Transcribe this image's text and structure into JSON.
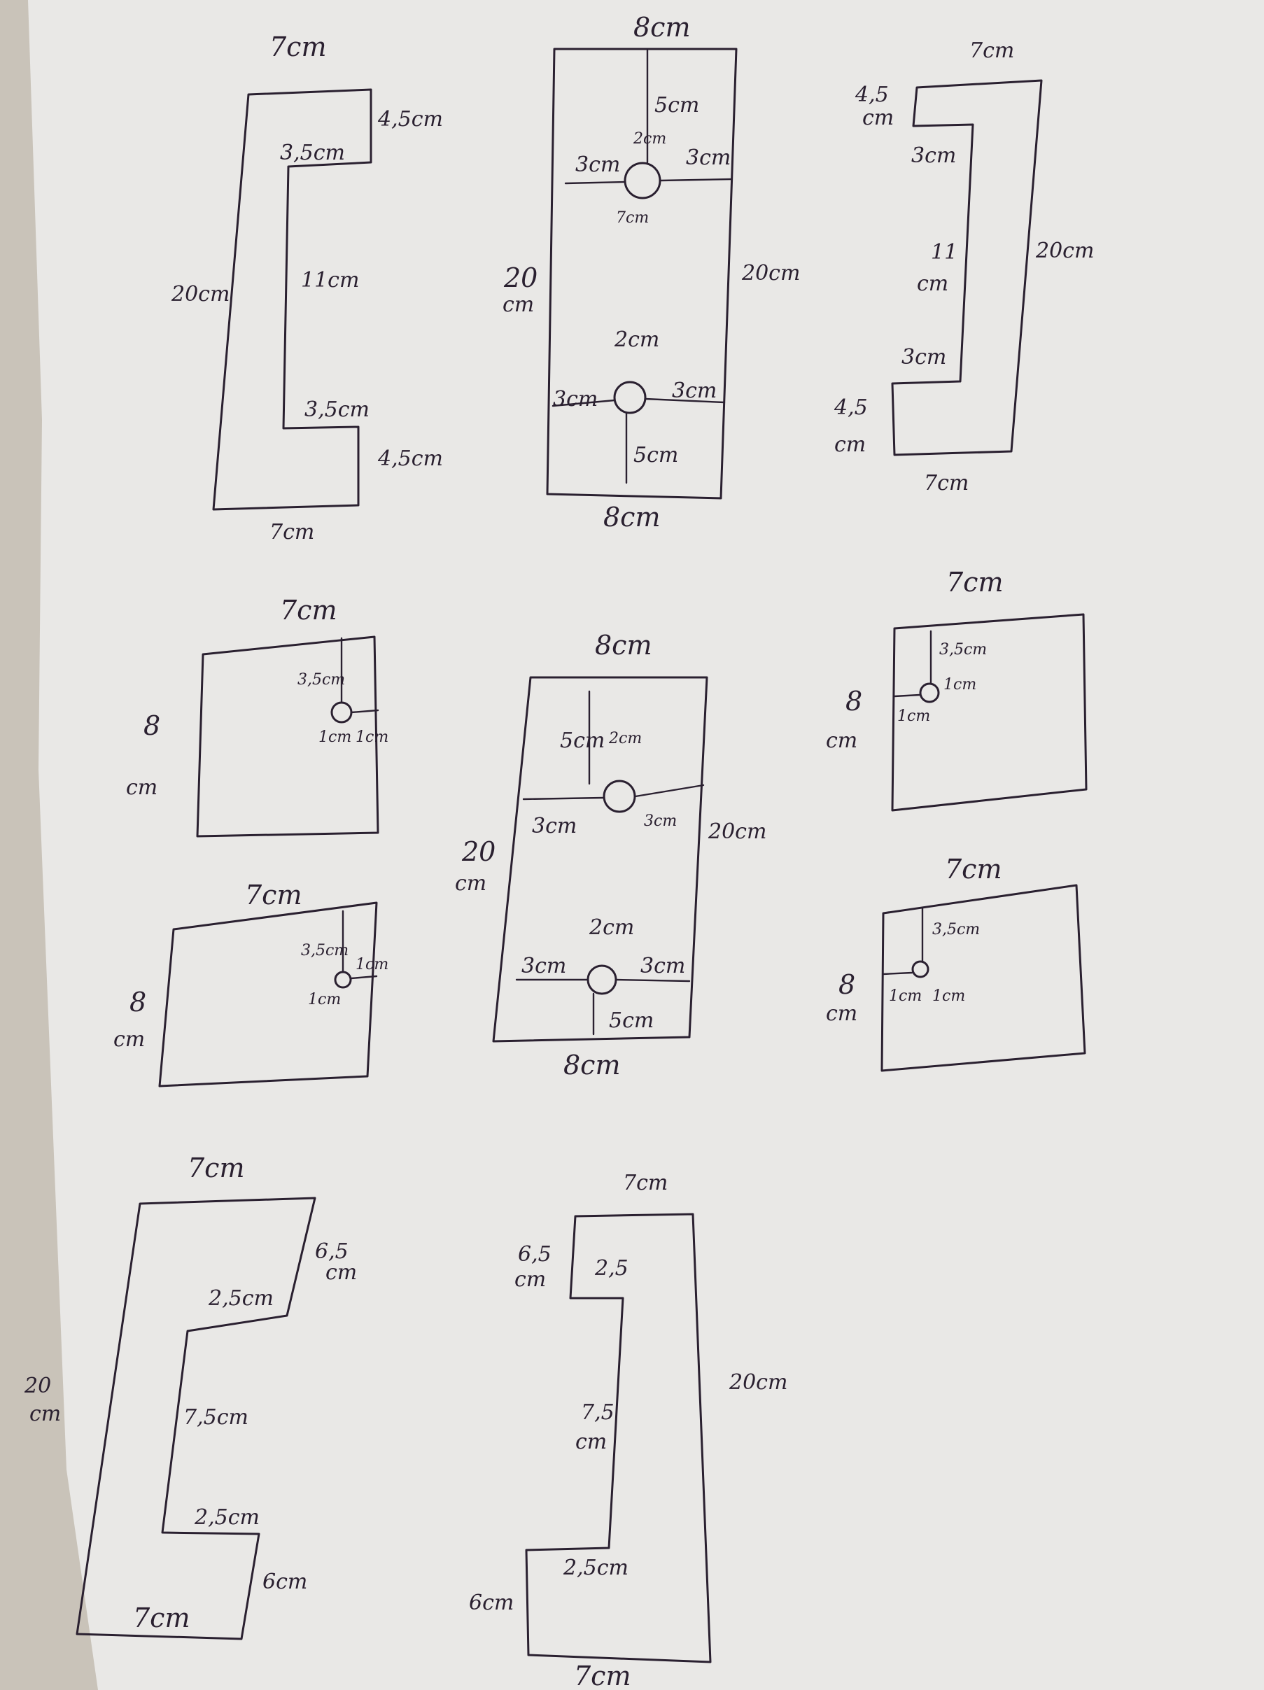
{
  "labels": {
    "s1_top": "7cm",
    "s1_notch_top": "3,5cm",
    "s1_notch_top_h": "4,5cm",
    "s1_left": "20cm",
    "s1_inner": "11cm",
    "s1_notch_bot": "3,5cm",
    "s1_notch_bot_h": "4,5cm",
    "s1_bottom": "7cm",
    "s2_top": "8cm",
    "s2_top_down": "5cm",
    "s2_hole1_dia": "2cm",
    "s2_hole1_left": "3cm",
    "s2_hole1_right": "3cm",
    "s2_hole1_sub": "7cm",
    "s2_left": "20",
    "s2_left_unit": "cm",
    "s2_right": "20cm",
    "s2_hole2_dia": "2cm",
    "s2_hole2_left": "3cm",
    "s2_hole2_right": "3cm",
    "s2_hole2_down": "5cm",
    "s2_bottom": "8cm",
    "s3_top": "7cm",
    "s3_notch_top_h": "4,5",
    "s3_notch_top_h_unit": "cm",
    "s3_notch_top": "3cm",
    "s3_inner": "11",
    "s3_inner_unit": "cm",
    "s3_right": "20cm",
    "s3_notch_bot": "3cm",
    "s3_notch_bot_h": "4,5",
    "s3_notch_bot_h_unit": "cm",
    "s3_bottom": "7cm",
    "r1_top": "7cm",
    "r1_down": "3,5cm",
    "r1_h": "8",
    "r1_h_unit": "cm",
    "r1_a": "1cm",
    "r1_b": "1cm",
    "m_top": "8cm",
    "m_down": "5cm",
    "m_hole1_dia": "2cm",
    "m_left1": "3cm",
    "m_right1": "3cm",
    "m_left": "20",
    "m_left_unit": "cm",
    "m_right": "20cm",
    "m_hole2_dia": "2cm",
    "m_left2": "3cm",
    "m_right2": "3cm",
    "m_up": "5cm",
    "m_bottom": "8cm",
    "r3_top": "7cm",
    "r3_down": "3,5cm",
    "r3_a": "1cm",
    "r3_b": "1cm",
    "r3_h": "8",
    "r3_h_unit": "cm",
    "r2_top": "7cm",
    "r2_down": "3,5cm",
    "r2_a": "1cm",
    "r2_b": "1cm",
    "r2_h": "8",
    "r2_h_unit": "cm",
    "r4_top": "7cm",
    "r4_down": "3,5cm",
    "r4_a": "1cm",
    "r4_b": "1cm",
    "r4_h": "8",
    "r4_h_unit": "cm",
    "l1_top": "7cm",
    "l1_notch_h": "6,5",
    "l1_notch_h_unit": "cm",
    "l1_notch": "2,5cm",
    "l1_left": "20",
    "l1_left_unit": "cm",
    "l1_inner": "7,5cm",
    "l1_notch_bot": "2,5cm",
    "l1_notch_bot_h": "6cm",
    "l1_bottom": "7cm",
    "l2_top": "7cm",
    "l2_notch_h": "6,5",
    "l2_notch_h_unit": "cm",
    "l2_notch": "2,5",
    "l2_right": "20cm",
    "l2_inner": "7,5",
    "l2_inner_unit": "cm",
    "l2_notch_bot": "2,5cm",
    "l2_notch_bot_h": "6cm",
    "l2_bottom": "7cm"
  }
}
